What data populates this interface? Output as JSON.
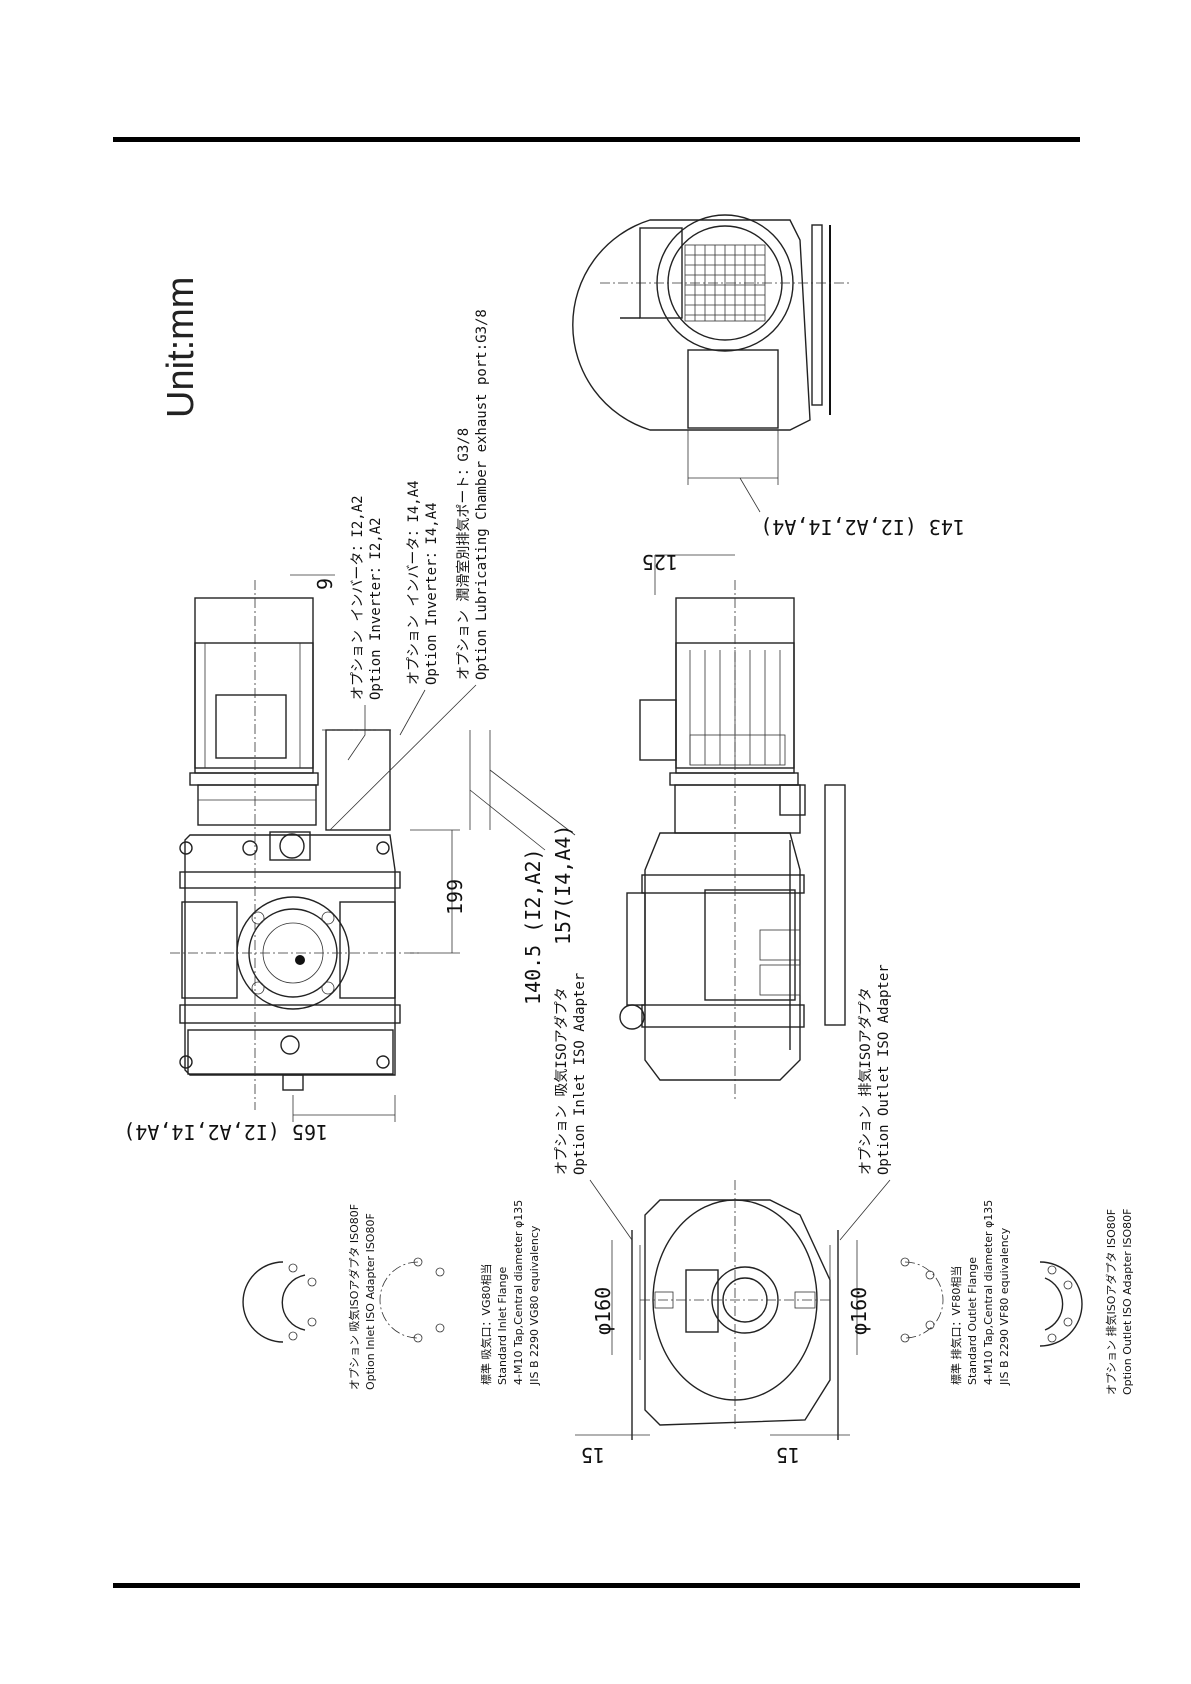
{
  "unit_label": "Unit:mm",
  "dimensions": {
    "d165": "165 (I2,A2,I4,A4)",
    "d199": "199",
    "d140_5": "140.5 (I2,A2)",
    "d157": "157(I4,A4)",
    "d9": "9",
    "d125": "125",
    "d143": "143 (I2,A2,I4,A4)",
    "d160_in": "φ160",
    "d160_out": "φ160",
    "d15_in": "15",
    "d15_out": "15"
  },
  "notes": {
    "inverter_i2_jp": "オプション インバータ：I2,A2",
    "inverter_i2_en": "Option Inverter：I2,A2",
    "inverter_i4_jp": "オプション インバータ：I4,A4",
    "inverter_i4_en": "Option Inverter：I4,A4",
    "lube_jp": "オプション 潤滑室別排気ポート：G3/8",
    "lube_en": "Option Lubricating Chamber exhaust port:G3/8",
    "inlet_iso_jp": "オプション 吸気ISOアダプタ",
    "inlet_iso_en": "Option Inlet ISO Adapter",
    "outlet_iso_jp": "オプション 排気ISOアダプタ",
    "outlet_iso_en": "Option Outlet ISO Adapter"
  },
  "details": {
    "inlet_adapter_jp": "オプション 吸気ISOアダプタ ISO80F",
    "inlet_adapter_en": "Option Inlet ISO Adapter ISO80F",
    "inlet_flange_jp": "標準 吸気口：VG80相当",
    "inlet_flange_en": "Standard Inlet Flange",
    "inlet_flange_tap": "4-M10 Tap,Central diameter φ135",
    "inlet_flange_jis": "JIS B 2290 VG80 equivalency",
    "outlet_flange_jp": "標準 排気口：VF80相当",
    "outlet_flange_en": "Standard Outlet Flange",
    "outlet_flange_tap": "4-M10 Tap,Central diameter φ135",
    "outlet_flange_jis": "JIS B 2290 VF80 equivalency",
    "outlet_adapter_jp": "オプション 排気ISOアダプタ ISO80F",
    "outlet_adapter_en": "Option Outlet ISO Adapter ISO80F"
  }
}
